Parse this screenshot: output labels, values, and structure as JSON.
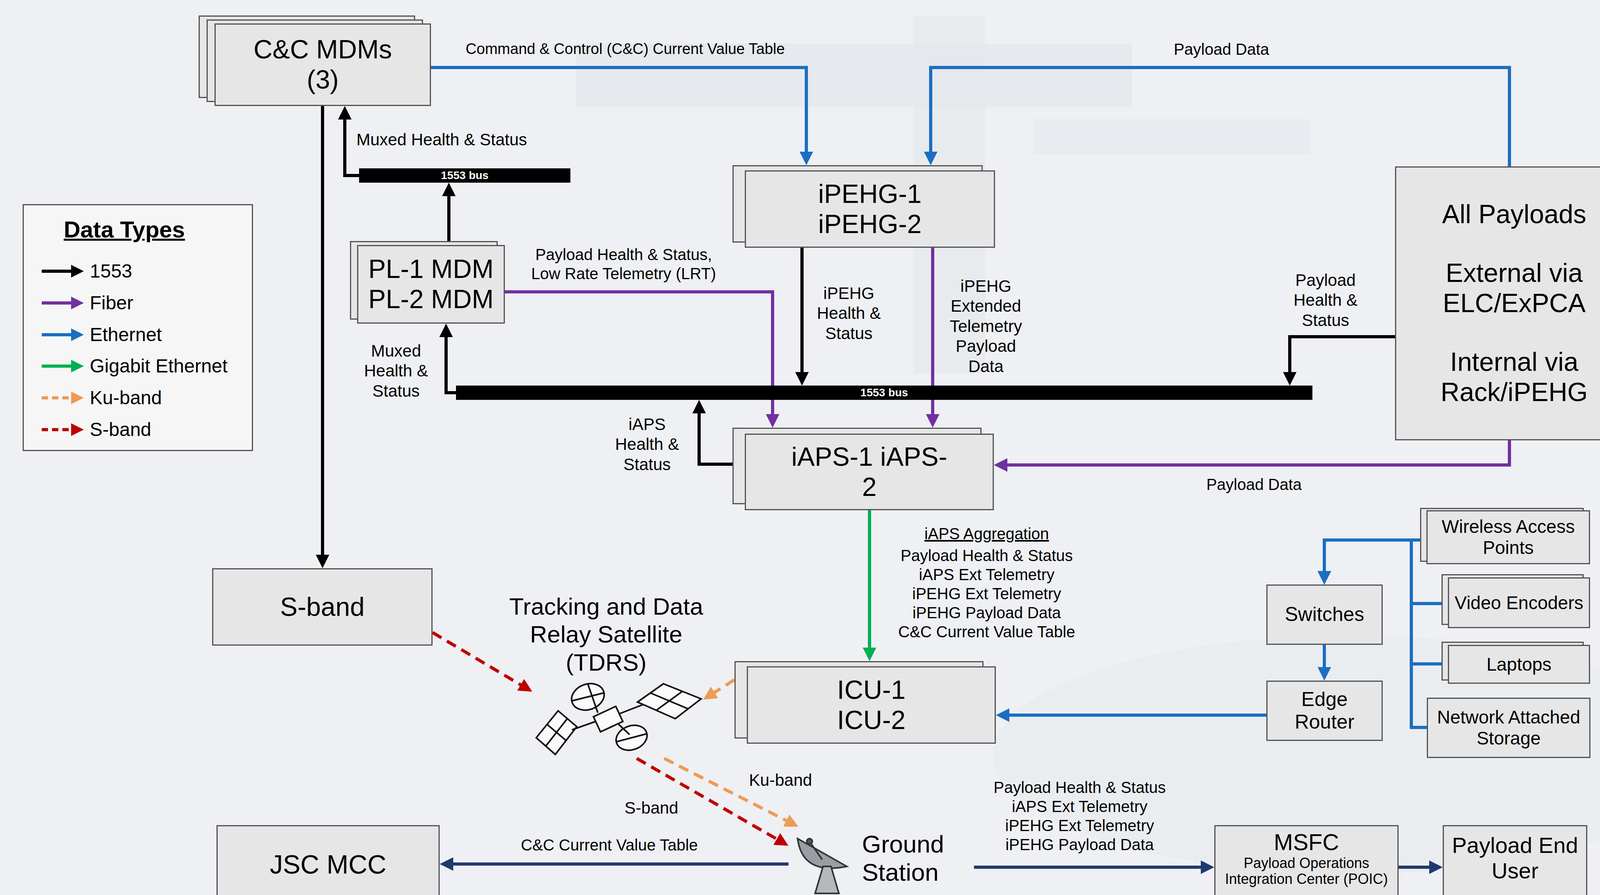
{
  "diagram": {
    "nodes": [
      {
        "text": [
          "C&C MDMs (3)"
        ]
      },
      {
        "text": [
          "iPEHG-1 iPEHG-2"
        ]
      },
      {
        "text": [
          "All Payloads",
          "External via ELC/ExPCA",
          "Internal via Rack/iPEHG"
        ]
      },
      {
        "text": [
          "1553 bus"
        ]
      },
      {
        "text": [
          "PL-1 MDM PL-2 MDM"
        ]
      },
      {
        "text": [
          "1553 bus"
        ]
      },
      {
        "text": [
          "iAPS-1 iAPS-2"
        ]
      },
      {
        "text": [
          "Wireless Access Points"
        ]
      },
      {
        "text": [
          "S-band"
        ]
      },
      {
        "text": [
          "Switches"
        ]
      },
      {
        "text": [
          "Video Encoders"
        ]
      },
      {
        "text": [
          "Laptops"
        ]
      },
      {
        "text": [
          "ICU-1 ICU-2"
        ]
      },
      {
        "text": [
          "Edge Router"
        ]
      },
      {
        "text": [
          "Network Attached Storage"
        ]
      },
      {
        "text": [
          "Tracking and Data Relay Satellite (TDRS)"
        ]
      },
      {
        "text": [
          "JSC MCC"
        ]
      },
      {
        "text": [
          "Ground Station"
        ]
      },
      {
        "text": [
          "MSFC",
          "Payload Operations Integration Center (POIC)"
        ]
      },
      {
        "text": [
          "Payload End User"
        ]
      }
    ],
    "edges": [
      {
        "from": 0,
        "to": 1,
        "label": "Command & Control (C&C) Current Value Table",
        "arrow": "to"
      },
      {
        "from": 2,
        "to": 1,
        "label": "Payload Data",
        "arrow": "to"
      },
      {
        "from": 3,
        "to": 0,
        "label": "Muxed Health & Status",
        "arrow": "to"
      },
      {
        "from": 4,
        "to": 3,
        "arrow": "to"
      },
      {
        "from": 5,
        "to": 4,
        "label": "Muxed Health & Status",
        "arrow": "to"
      },
      {
        "from": 0,
        "to": 8,
        "arrow": "to"
      },
      {
        "from": 4,
        "to": 6,
        "label": "Payload Health & Status, Low Rate Telemetry (LRT)",
        "arrow": "to"
      },
      {
        "from": 1,
        "to": 5,
        "label": "iPEHG Health & Status",
        "arrow": "to"
      },
      {
        "from": 1,
        "to": 6,
        "label": "iPEHG Extended Telemetry Payload Data",
        "arrow": "to"
      },
      {
        "from": 2,
        "to": 5,
        "label": "Payload Health & Status",
        "arrow": "to"
      },
      {
        "from": 6,
        "to": 5,
        "label": "iAPS Health & Status",
        "arrow": "to"
      },
      {
        "from": 2,
        "to": 6,
        "label": "Payload Data",
        "arrow": "to"
      },
      {
        "from": 6,
        "to": 12,
        "label": "Payload Health & Status iAPS Ext Telemetry iPEHG Ext Telemetry iPEHG Payload Data C&C Current Value Table",
        "arrow": "to"
      },
      {
        "from": 7,
        "to": 9,
        "arrow": "to"
      },
      {
        "from": 10,
        "to": 9,
        "arrow": "to"
      },
      {
        "from": 11,
        "to": 9,
        "arrow": "to"
      },
      {
        "from": 14,
        "to": 9,
        "arrow": "to"
      },
      {
        "from": 9,
        "to": 13,
        "arrow": "to"
      },
      {
        "from": 13,
        "to": 12,
        "arrow": "to"
      },
      {
        "from": 8,
        "to": 15,
        "arrow": "to"
      },
      {
        "from": 12,
        "to": 15,
        "arrow": "to"
      },
      {
        "from": 15,
        "to": 17,
        "label": "S-band",
        "arrow": "to"
      },
      {
        "from": 15,
        "to": 17,
        "label": "Ku-band",
        "arrow": "to"
      },
      {
        "from": 17,
        "to": 16,
        "label": "C&C Current Value Table",
        "arrow": "to"
      },
      {
        "from": 17,
        "to": 18,
        "label": "Payload Health & Status iAPS Ext Telemetry iPEHG Ext Telemetry iPEHG Payload Data",
        "arrow": "to"
      },
      {
        "from": 18,
        "to": 19,
        "arrow": "to"
      }
    ],
    "labels": [
      "Data Types",
      "iAPS Aggregation"
    ],
    "legend": [
      {
        "text": "1553"
      },
      {
        "text": "Fiber"
      },
      {
        "text": "Ethernet"
      },
      {
        "text": "Gigabit Ethernet"
      },
      {
        "text": "Ku-band"
      },
      {
        "text": "S-band"
      }
    ]
  }
}
